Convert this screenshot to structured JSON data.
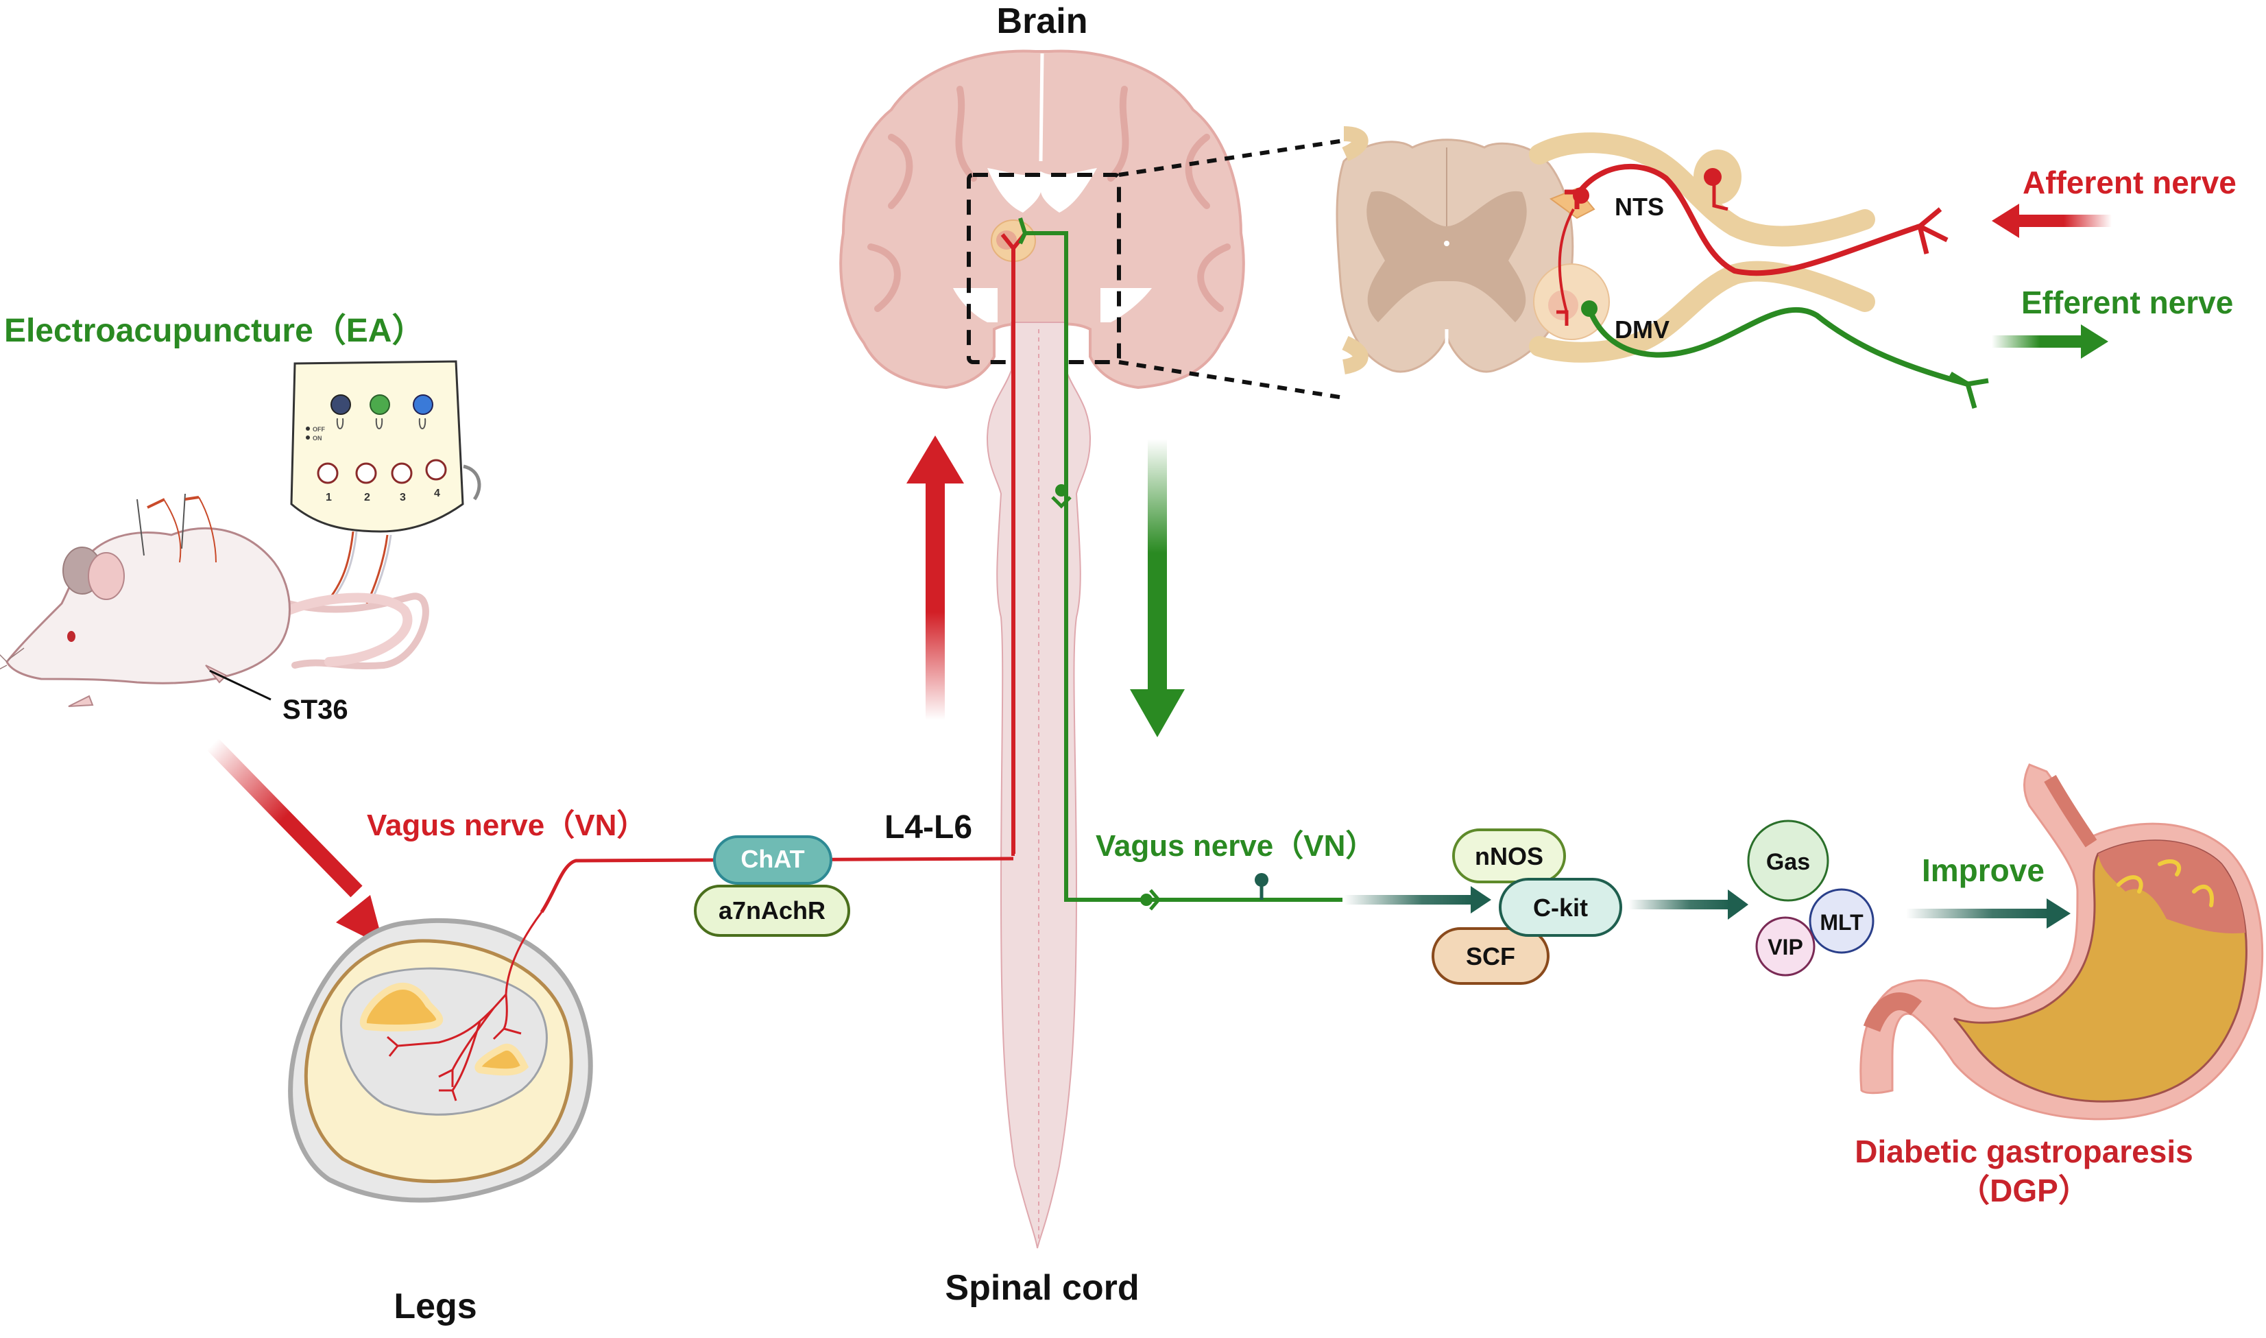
{
  "labels": {
    "brain": "Brain",
    "spinal_cord": "Spinal cord",
    "legs": "Legs",
    "st36": "ST36",
    "ea": "Electroacupuncture（EA）",
    "vagus_afferent": "Vagus nerve（VN）",
    "vagus_efferent": "Vagus nerve（VN）",
    "l4l6": "L4-L6",
    "afferent": "Afferent nerve",
    "efferent": "Efferent nerve",
    "nts": "NTS",
    "dmv": "DMV",
    "improve": "Improve",
    "dgp_line1": "Diabetic gastroparesis",
    "dgp_line2": "（DGP）"
  },
  "receptors": {
    "chat": "ChAT",
    "a7nachr": "a7nAchR"
  },
  "molecules": {
    "nnos": "nNOS",
    "ckit": "C-kit",
    "scf": "SCF"
  },
  "hormones": {
    "gas": "Gas",
    "mlt": "MLT",
    "vip": "VIP"
  },
  "device": {
    "knob_numbers": [
      "1",
      "2",
      "3",
      "4"
    ],
    "switch_off": "OFF",
    "switch_on": "ON"
  },
  "colors": {
    "afferent_red": "#d21f26",
    "efferent_green": "#2a8a22",
    "dark_teal": "#1f5f4f",
    "dgp_red": "#c8232b"
  }
}
